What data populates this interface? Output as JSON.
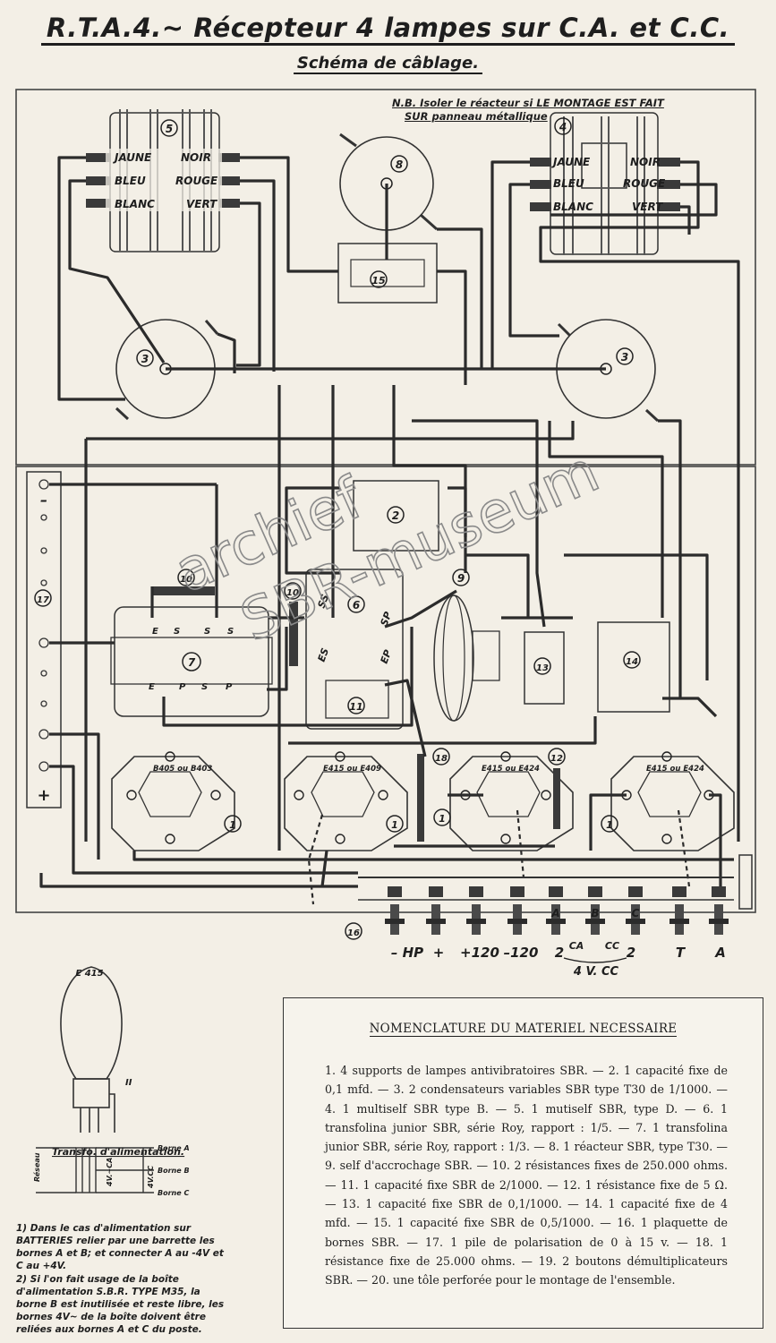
{
  "header": {
    "title": "R.T.A.4.~ Récepteur 4 lampes sur C.A. et C.C.",
    "subtitle": "Schéma de câblage."
  },
  "note": {
    "line1": "N.B. Isoler le réacteur si LE MONTAGE EST FAIT",
    "line2": "SUR panneau métallique"
  },
  "transformer_labels": {
    "left": {
      "t1": "JAUNE",
      "t2": "NOIR",
      "t3": "BLEU",
      "t4": "ROUGE",
      "t5": "BLANC",
      "t6": "VERT"
    },
    "right": {
      "t1": "JAUNE",
      "t2": "NOIR",
      "t3": "BLEU",
      "t4": "ROUGE",
      "t5": "BLANC",
      "t6": "VERT"
    }
  },
  "component_numbers": {
    "n5": "5",
    "n4": "4",
    "n8": "8",
    "n15": "15",
    "n3a": "3",
    "n3b": "3",
    "n2": "2",
    "n10a": "10",
    "n10b": "10",
    "n6": "6",
    "n9": "9",
    "n13": "13",
    "n14": "14",
    "n7": "7",
    "n11": "11",
    "n17": "17",
    "n18": "18",
    "n12": "12",
    "n16": "16",
    "n1a": "1",
    "n1b": "1",
    "n1c": "1",
    "n1d": "1"
  },
  "pin_labels": {
    "es1": "E",
    "s1": "S",
    "s2": "S",
    "s3": "S",
    "e2": "E",
    "p2": "P",
    "s4": "S",
    "p3": "P",
    "ss": "SS",
    "sp": "SP",
    "es": "ES",
    "ep": "EP"
  },
  "tube_labels": {
    "t1": "B405 ou B403",
    "t2": "E415 ou E409",
    "t3": "E415 ou E424",
    "t4": "E415 ou E424"
  },
  "battery_signs": {
    "minus": "–",
    "plus": "+"
  },
  "terminals": {
    "bottom_labels": [
      "– HP",
      "+",
      "+120",
      "–120",
      "2",
      "2",
      "T",
      "A"
    ],
    "ca": "CA",
    "cc": "CC",
    "v4": "4 V. CC",
    "letters": [
      "A",
      "B",
      "C"
    ]
  },
  "tube_drawing": {
    "model": "E 415",
    "pin_mark": "II"
  },
  "transfo": {
    "title": "Transfo. d'alimentation.",
    "reseau": "Réseau",
    "vca": "4V.~CA",
    "vcc": "4V.CC",
    "borne_a": "Borne A",
    "borne_b": "Borne B",
    "borne_c": "Borne C"
  },
  "footnotes": {
    "f1": "1) Dans le cas d'alimentation sur BATTERIES relier par une barrette les bornes A et B; et connecter A au -4V et C au +4V.",
    "f2": "2) Si l'on fait usage de la boîte d'alimentation S.B.R. TYPE M35, la borne B est inutilisée et reste libre, les bornes 4V~ de la boîte doivent être reliées aux bornes A et C du poste."
  },
  "nomenclature": {
    "title": "NOMENCLATURE DU MATERIEL NECESSAIRE",
    "body": "1. 4 supports de lampes antivibratoires SBR. — 2. 1 capacité fixe de 0,1 mfd. — 3. 2 condensateurs variables SBR type T30 de 1/1000. — 4. 1 multiself SBR type B. — 5. 1 mutiself SBR, type D. — 6. 1 transfolina junior SBR, série Roy, rapport : 1/5. — 7. 1 transfolina junior SBR, série Roy, rapport : 1/3. — 8. 1 réacteur SBR, type T30. — 9. self d'accrochage SBR. — 10. 2 résistances fixes de 250.000 ohms. — 11. 1 capacité fixe SBR de 2/1000. — 12. 1 résistance fixe de 5 Ω. — 13. 1 capacité fixe SBR de 0,1/1000. — 14. 1 capacité fixe de 4 mfd. — 15. 1 capacité fixe SBR de 0,5/1000. — 16. 1 plaquette de bornes SBR. — 17. 1 pile de polarisation de 0 à 15 v. — 18. 1 résistance fixe de 25.000 ohms. — 19. 2 boutons démultiplicateurs SBR. — 20. une tôle perforée pour le montage de l'ensemble."
  },
  "watermark": {
    "line1": "archief",
    "line2": "SBR-museum"
  }
}
